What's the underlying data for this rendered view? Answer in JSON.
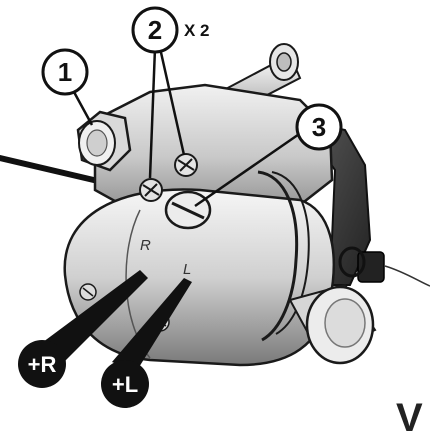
{
  "callouts": [
    {
      "number": "1"
    },
    {
      "number": "2",
      "quantity": "X 2"
    },
    {
      "number": "3"
    }
  ],
  "engravings": {
    "right": "R",
    "left": "L"
  },
  "direction_markers": [
    {
      "label": "+R"
    },
    {
      "label": "+L"
    }
  ],
  "corner_fragment": "V",
  "colors": {
    "metal_light": "#e8e8e8",
    "metal_mid": "#bdbdbd",
    "metal_dark": "#6e6e6e",
    "line": "#1a1a1a",
    "marker_fill": "#111111",
    "marker_text": "#ffffff"
  }
}
